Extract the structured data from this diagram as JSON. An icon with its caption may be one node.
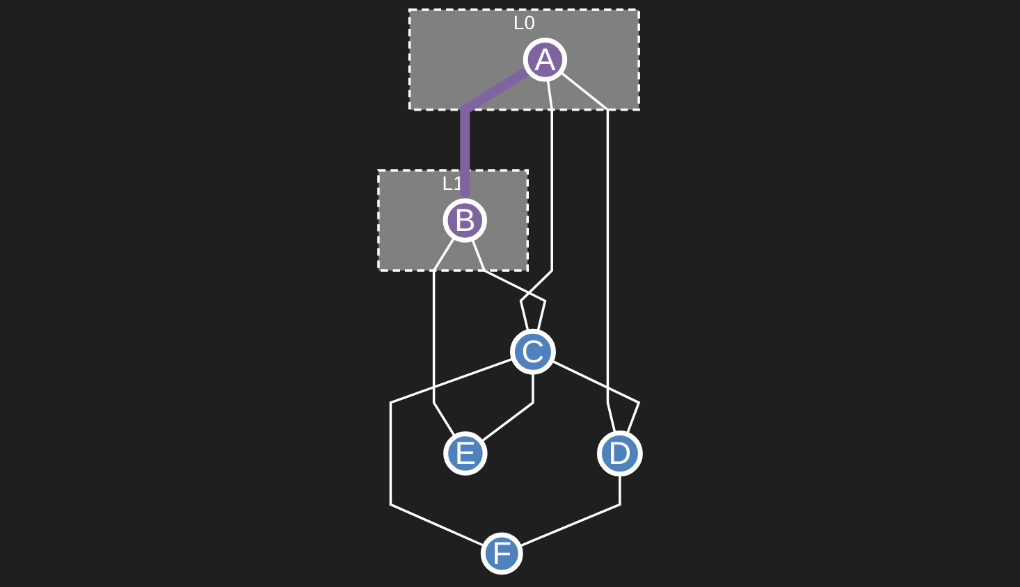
{
  "diagram": {
    "nodes": [
      {
        "text": [
          "L0"
        ]
      },
      {
        "text": [
          "A"
        ],
        "in": 0
      },
      {
        "text": [
          "L1"
        ]
      },
      {
        "text": [
          "B"
        ],
        "in": 2
      },
      {
        "text": [
          "C"
        ]
      },
      {
        "text": [
          "D"
        ]
      },
      {
        "text": [
          "E"
        ]
      },
      {
        "text": [
          "F"
        ]
      }
    ],
    "edges": [
      {
        "from": 1,
        "to": 3,
        "arrow": "to",
        "style": "thick",
        "color": "#8064a2"
      },
      {
        "from": 1,
        "to": 4,
        "arrow": "none"
      },
      {
        "from": 1,
        "to": 5,
        "arrow": "none"
      },
      {
        "from": 3,
        "to": 4,
        "arrow": "none"
      },
      {
        "from": 4,
        "to": 5,
        "arrow": "none"
      },
      {
        "from": 3,
        "to": 6,
        "arrow": "none"
      },
      {
        "from": 4,
        "to": 6,
        "arrow": "none"
      },
      {
        "from": 4,
        "to": 7,
        "arrow": "none"
      },
      {
        "from": 5,
        "to": 7,
        "arrow": "none"
      }
    ]
  }
}
